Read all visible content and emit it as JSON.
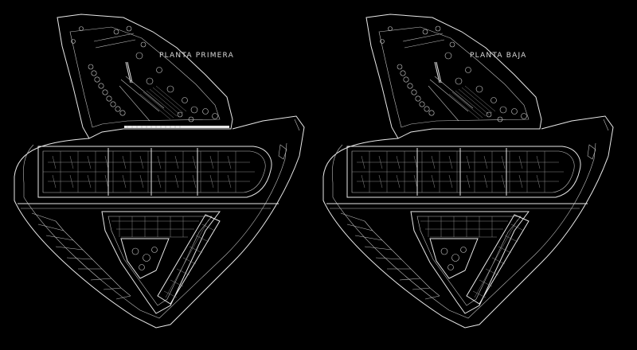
{
  "plans": [
    {
      "id": "primera",
      "title": "PLANTA PRIMERA"
    },
    {
      "id": "baja",
      "title": "PLANTA BAJA"
    }
  ],
  "colors": {
    "background": "#000000",
    "line": "#e8e8e8",
    "fine": "#9a9a9a"
  }
}
